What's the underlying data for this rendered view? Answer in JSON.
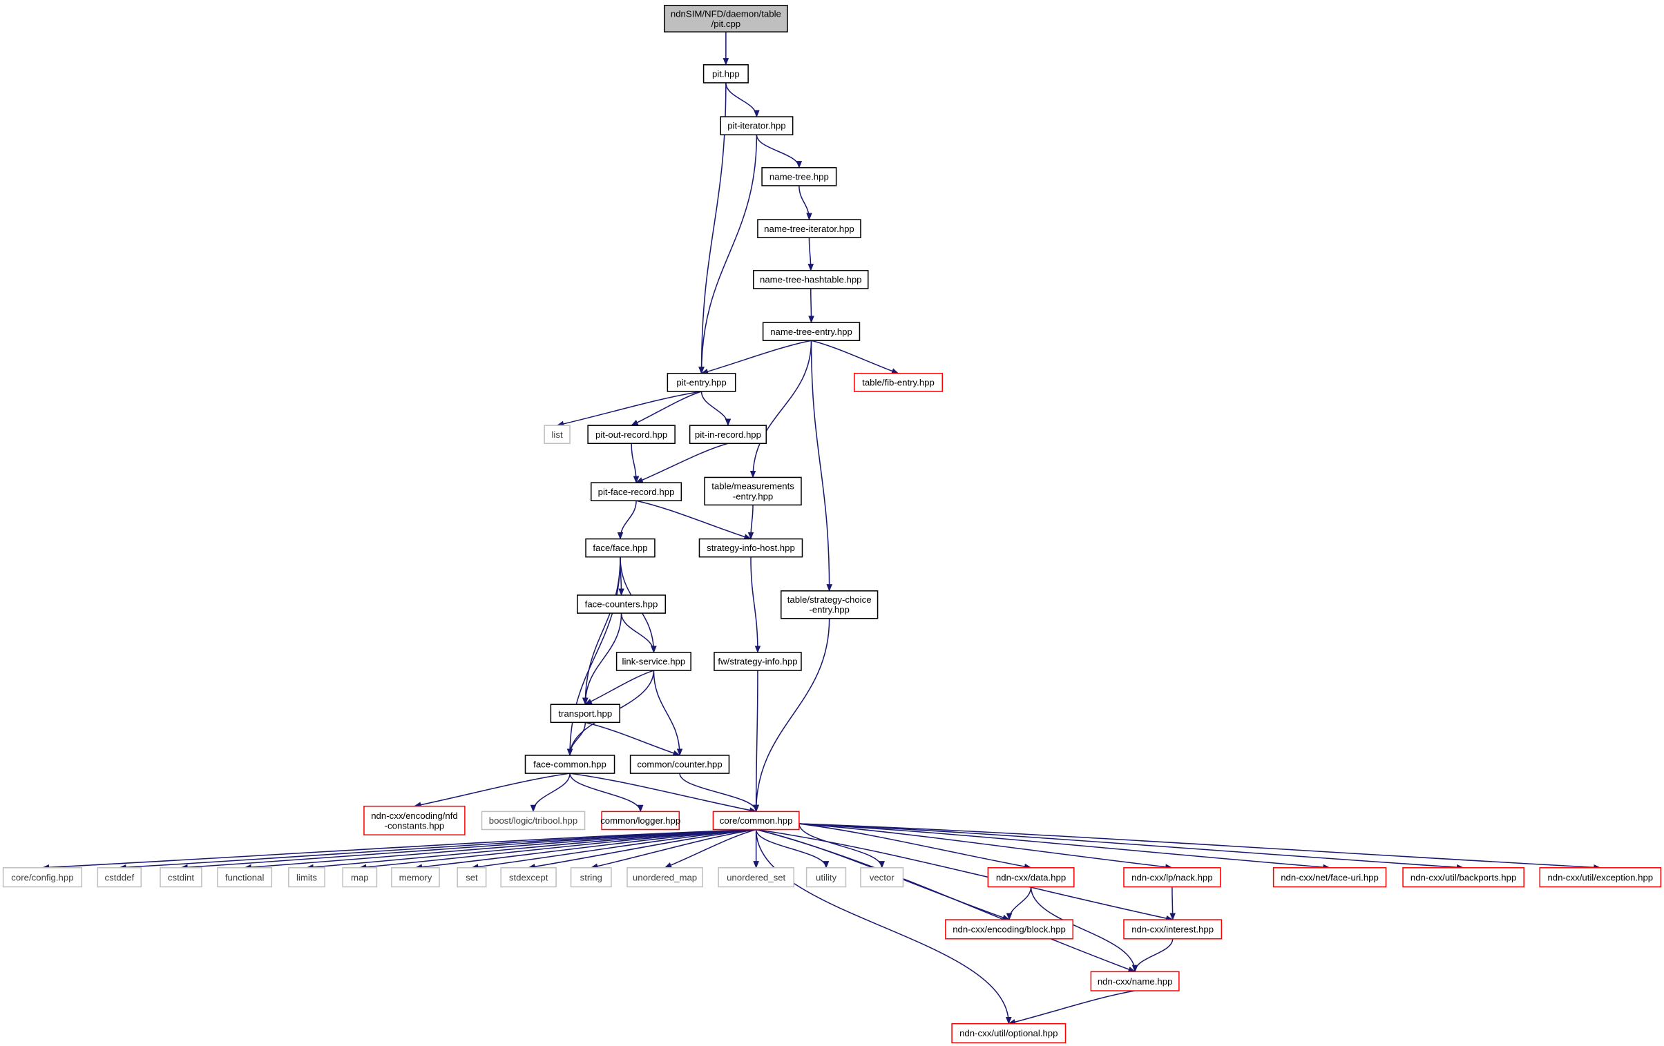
{
  "title": "ndnSIM/NFD/daemon/table/pit.cpp include dependency graph",
  "colors": {
    "edge": "#191970",
    "documented": "#000000",
    "truncated": "#ff0000",
    "external": "#bfbfbf",
    "root_fill": "#bfbfbf"
  },
  "nodes": {
    "root": {
      "label": "ndnSIM/NFD/daemon/table\n/pit.cpp",
      "kind": "root"
    },
    "pit": {
      "label": "pit.hpp",
      "kind": "normal"
    },
    "pit_iterator": {
      "label": "pit-iterator.hpp",
      "kind": "normal"
    },
    "name_tree": {
      "label": "name-tree.hpp",
      "kind": "normal"
    },
    "name_tree_iterator": {
      "label": "name-tree-iterator.hpp",
      "kind": "normal"
    },
    "name_tree_hashtable": {
      "label": "name-tree-hashtable.hpp",
      "kind": "normal"
    },
    "name_tree_entry": {
      "label": "name-tree-entry.hpp",
      "kind": "normal"
    },
    "fib_entry": {
      "label": "table/fib-entry.hpp",
      "kind": "red"
    },
    "pit_entry": {
      "label": "pit-entry.hpp",
      "kind": "normal"
    },
    "list": {
      "label": "list",
      "kind": "gray"
    },
    "pit_out_record": {
      "label": "pit-out-record.hpp",
      "kind": "normal"
    },
    "pit_in_record": {
      "label": "pit-in-record.hpp",
      "kind": "normal"
    },
    "pit_face_record": {
      "label": "pit-face-record.hpp",
      "kind": "normal"
    },
    "measurements_entry": {
      "label": "table/measurements\n-entry.hpp",
      "kind": "normal"
    },
    "face": {
      "label": "face/face.hpp",
      "kind": "normal"
    },
    "strategy_info_host": {
      "label": "strategy-info-host.hpp",
      "kind": "normal"
    },
    "face_counters": {
      "label": "face-counters.hpp",
      "kind": "normal"
    },
    "strategy_choice_entry": {
      "label": "table/strategy-choice\n-entry.hpp",
      "kind": "normal"
    },
    "link_service": {
      "label": "link-service.hpp",
      "kind": "normal"
    },
    "fw_strategy_info": {
      "label": "fw/strategy-info.hpp",
      "kind": "normal"
    },
    "transport": {
      "label": "transport.hpp",
      "kind": "normal"
    },
    "face_common": {
      "label": "face-common.hpp",
      "kind": "normal"
    },
    "common_counter": {
      "label": "common/counter.hpp",
      "kind": "normal"
    },
    "nfd_constants": {
      "label": "ndn-cxx/encoding/nfd\n-constants.hpp",
      "kind": "red"
    },
    "tribool": {
      "label": "boost/logic/tribool.hpp",
      "kind": "gray"
    },
    "logger": {
      "label": "common/logger.hpp",
      "kind": "red"
    },
    "core_common": {
      "label": "core/common.hpp",
      "kind": "red"
    },
    "core_config": {
      "label": "core/config.hpp",
      "kind": "gray"
    },
    "cstddef": {
      "label": "cstddef",
      "kind": "gray"
    },
    "cstdint": {
      "label": "cstdint",
      "kind": "gray"
    },
    "functional": {
      "label": "functional",
      "kind": "gray"
    },
    "limits": {
      "label": "limits",
      "kind": "gray"
    },
    "map": {
      "label": "map",
      "kind": "gray"
    },
    "memory": {
      "label": "memory",
      "kind": "gray"
    },
    "set": {
      "label": "set",
      "kind": "gray"
    },
    "stdexcept": {
      "label": "stdexcept",
      "kind": "gray"
    },
    "string": {
      "label": "string",
      "kind": "gray"
    },
    "unordered_map": {
      "label": "unordered_map",
      "kind": "gray"
    },
    "unordered_set": {
      "label": "unordered_set",
      "kind": "gray"
    },
    "utility": {
      "label": "utility",
      "kind": "gray"
    },
    "vector": {
      "label": "vector",
      "kind": "gray"
    },
    "ndn_data": {
      "label": "ndn-cxx/data.hpp",
      "kind": "red"
    },
    "ndn_nack": {
      "label": "ndn-cxx/lp/nack.hpp",
      "kind": "red"
    },
    "ndn_face_uri": {
      "label": "ndn-cxx/net/face-uri.hpp",
      "kind": "red"
    },
    "ndn_backports": {
      "label": "ndn-cxx/util/backports.hpp",
      "kind": "red"
    },
    "ndn_exception": {
      "label": "ndn-cxx/util/exception.hpp",
      "kind": "red"
    },
    "ndn_block": {
      "label": "ndn-cxx/encoding/block.hpp",
      "kind": "red"
    },
    "ndn_interest": {
      "label": "ndn-cxx/interest.hpp",
      "kind": "red"
    },
    "ndn_name": {
      "label": "ndn-cxx/name.hpp",
      "kind": "red"
    },
    "ndn_optional": {
      "label": "ndn-cxx/util/optional.hpp",
      "kind": "red"
    }
  },
  "edges": [
    [
      "root",
      "pit"
    ],
    [
      "pit",
      "pit_iterator"
    ],
    [
      "pit",
      "pit_entry"
    ],
    [
      "pit_iterator",
      "name_tree"
    ],
    [
      "pit_iterator",
      "pit_entry"
    ],
    [
      "name_tree",
      "name_tree_iterator"
    ],
    [
      "name_tree_iterator",
      "name_tree_hashtable"
    ],
    [
      "name_tree_hashtable",
      "name_tree_entry"
    ],
    [
      "name_tree_entry",
      "pit_entry"
    ],
    [
      "name_tree_entry",
      "fib_entry"
    ],
    [
      "name_tree_entry",
      "measurements_entry"
    ],
    [
      "name_tree_entry",
      "strategy_choice_entry"
    ],
    [
      "pit_entry",
      "list"
    ],
    [
      "pit_entry",
      "pit_out_record"
    ],
    [
      "pit_entry",
      "pit_in_record"
    ],
    [
      "pit_out_record",
      "pit_face_record"
    ],
    [
      "pit_in_record",
      "pit_face_record"
    ],
    [
      "pit_face_record",
      "face"
    ],
    [
      "pit_face_record",
      "strategy_info_host"
    ],
    [
      "measurements_entry",
      "strategy_info_host"
    ],
    [
      "face",
      "face_counters"
    ],
    [
      "face",
      "link_service"
    ],
    [
      "face",
      "transport"
    ],
    [
      "face",
      "face_common"
    ],
    [
      "face_counters",
      "link_service"
    ],
    [
      "face_counters",
      "transport"
    ],
    [
      "link_service",
      "transport"
    ],
    [
      "link_service",
      "face_common"
    ],
    [
      "link_service",
      "common_counter"
    ],
    [
      "strategy_info_host",
      "fw_strategy_info"
    ],
    [
      "fw_strategy_info",
      "core_common"
    ],
    [
      "strategy_choice_entry",
      "core_common"
    ],
    [
      "transport",
      "face_common"
    ],
    [
      "transport",
      "common_counter"
    ],
    [
      "face_common",
      "nfd_constants"
    ],
    [
      "face_common",
      "tribool"
    ],
    [
      "face_common",
      "logger"
    ],
    [
      "face_common",
      "core_common"
    ],
    [
      "common_counter",
      "core_common"
    ],
    [
      "core_common",
      "core_config"
    ],
    [
      "core_common",
      "cstddef"
    ],
    [
      "core_common",
      "cstdint"
    ],
    [
      "core_common",
      "functional"
    ],
    [
      "core_common",
      "limits"
    ],
    [
      "core_common",
      "map"
    ],
    [
      "core_common",
      "memory"
    ],
    [
      "core_common",
      "set"
    ],
    [
      "core_common",
      "stdexcept"
    ],
    [
      "core_common",
      "string"
    ],
    [
      "core_common",
      "unordered_map"
    ],
    [
      "core_common",
      "unordered_set"
    ],
    [
      "core_common",
      "utility"
    ],
    [
      "core_common",
      "vector"
    ],
    [
      "core_common",
      "ndn_data"
    ],
    [
      "core_common",
      "ndn_nack"
    ],
    [
      "core_common",
      "ndn_face_uri"
    ],
    [
      "core_common",
      "ndn_backports"
    ],
    [
      "core_common",
      "ndn_exception"
    ],
    [
      "core_common",
      "ndn_block"
    ],
    [
      "core_common",
      "ndn_interest"
    ],
    [
      "core_common",
      "ndn_name"
    ],
    [
      "core_common",
      "ndn_optional"
    ],
    [
      "ndn_data",
      "ndn_block"
    ],
    [
      "ndn_data",
      "ndn_name"
    ],
    [
      "ndn_nack",
      "ndn_interest"
    ],
    [
      "ndn_interest",
      "ndn_name"
    ],
    [
      "ndn_name",
      "ndn_optional"
    ]
  ]
}
